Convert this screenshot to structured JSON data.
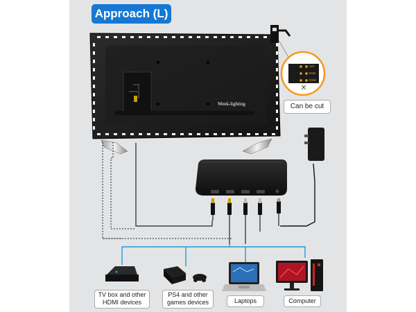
{
  "title": "Approach (L)",
  "tv": {
    "screen_text": "Week-lighting"
  },
  "strip_detail": {
    "cut_label": "Can be cut",
    "pads_left": [
      "12V",
      "Data",
      "GND"
    ],
    "pads_right": [
      "12V",
      "Data",
      "GND"
    ]
  },
  "devices": [
    {
      "label_line1": "TV box and other",
      "label_line2": "HDMI devices"
    },
    {
      "label_line1": "PS4 and other",
      "label_line2": "games devices"
    },
    {
      "label_line1": "Laptops",
      "label_line2": ""
    },
    {
      "label_line1": "Computer",
      "label_line2": ""
    }
  ],
  "colors": {
    "accent": "#1478d4",
    "wire": "#1b9fd9",
    "panel": "#e3e4e6"
  }
}
